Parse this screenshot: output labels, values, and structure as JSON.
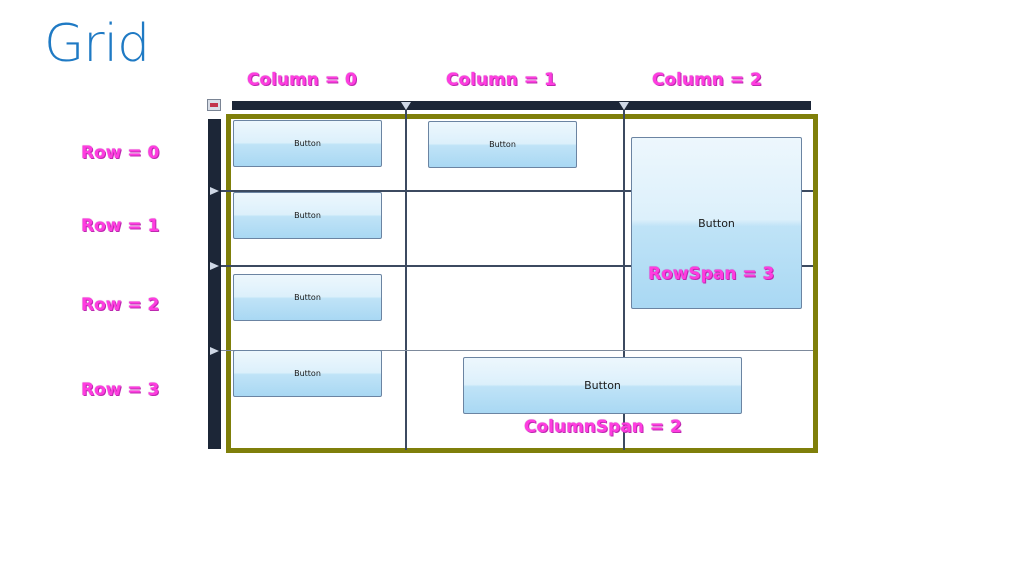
{
  "title": "Grid",
  "columns": [
    "Column = 0",
    "Column = 1",
    "Column = 2"
  ],
  "rows": [
    "Row = 0",
    "Row = 1",
    "Row = 2",
    "Row = 3"
  ],
  "button_label": "Button",
  "annotations": {
    "rowspan": "RowSpan = 3",
    "columnspan": "ColumnSpan = 2"
  },
  "colors": {
    "title": "#1f7ac4",
    "annotation": "#ff3ce0",
    "frame": "#7f7f0a",
    "ruler": "#1c2637"
  }
}
